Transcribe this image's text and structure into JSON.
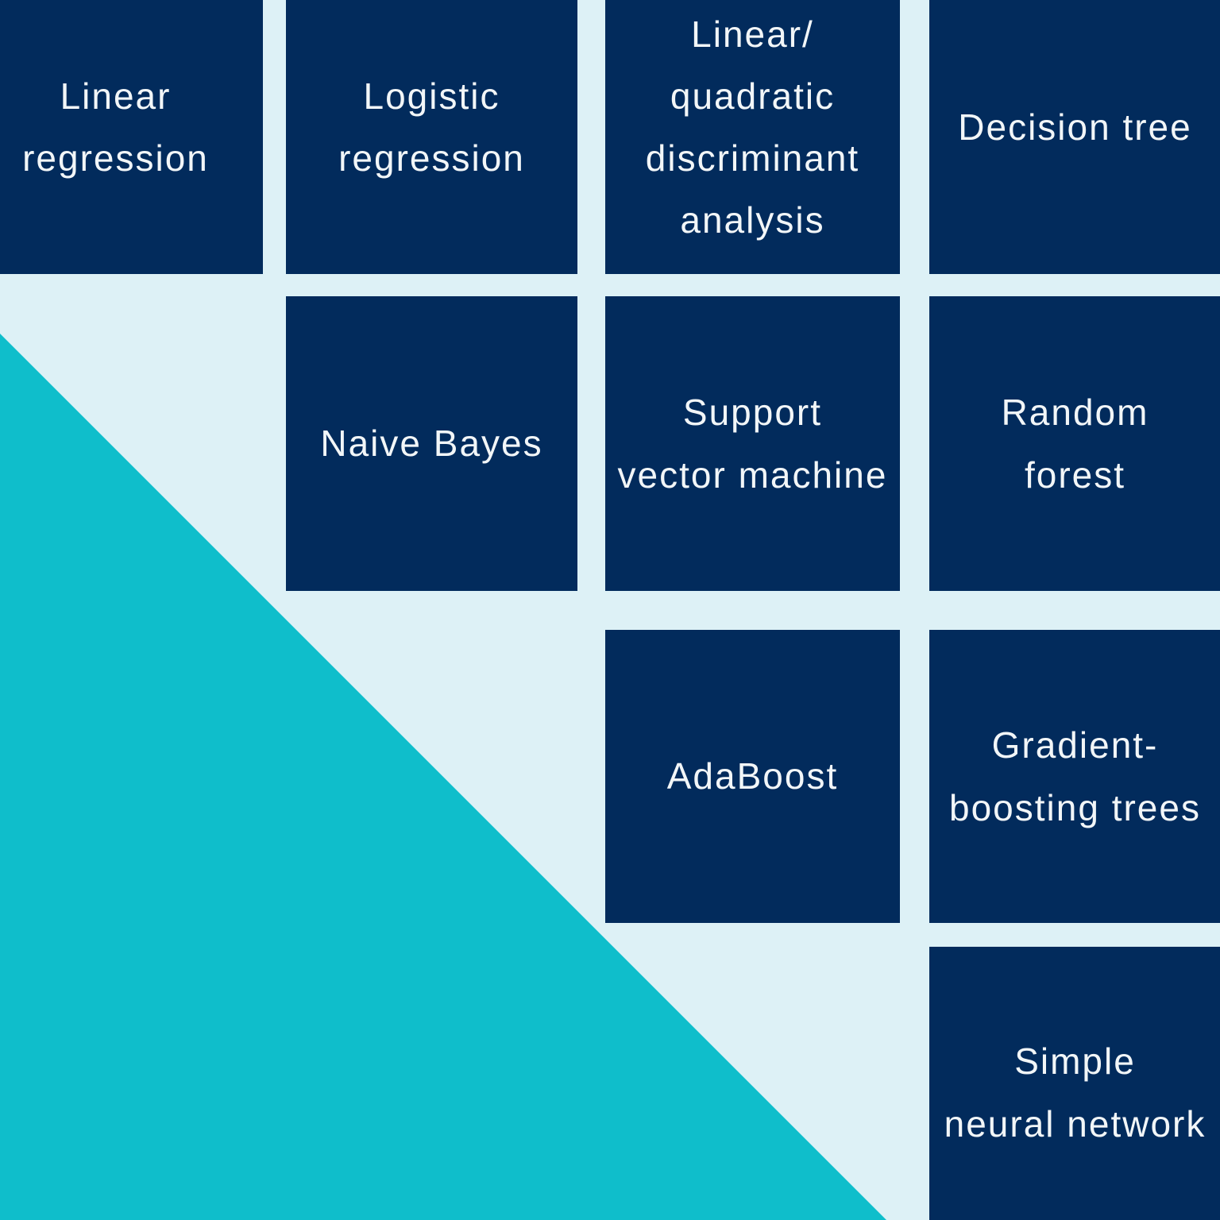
{
  "palette": {
    "background": "#ddf1f6",
    "box": "#022b5c",
    "triangle": "#0fbecb",
    "text": "#f2f6f8"
  },
  "grid": {
    "description": "Diagonal staircase grid of machine-learning model cards over a teal triangle backdrop",
    "boxes": [
      {
        "id": "linear-regression",
        "label": "Linear\nregression",
        "row": 1,
        "col": 1
      },
      {
        "id": "logistic-regression",
        "label": "Logistic\nregression",
        "row": 1,
        "col": 2
      },
      {
        "id": "linear-quadratic-discriminant-analysis",
        "label": "Linear/\nquadratic\ndiscriminant\nanalysis",
        "row": 1,
        "col": 3
      },
      {
        "id": "decision-tree",
        "label": "Decision tree",
        "row": 1,
        "col": 4
      },
      {
        "id": "naive-bayes",
        "label": "Naive Bayes",
        "row": 2,
        "col": 2
      },
      {
        "id": "support-vector-machine",
        "label": "Support\nvector machine",
        "row": 2,
        "col": 3
      },
      {
        "id": "random-forest",
        "label": "Random\nforest",
        "row": 2,
        "col": 4
      },
      {
        "id": "adaboost",
        "label": "AdaBoost",
        "row": 3,
        "col": 3
      },
      {
        "id": "gradient-boosting-trees",
        "label": "Gradient-\nboosting trees",
        "row": 3,
        "col": 4
      },
      {
        "id": "simple-neural-network",
        "label": "Simple\nneural network",
        "row": 4,
        "col": 4
      }
    ]
  }
}
